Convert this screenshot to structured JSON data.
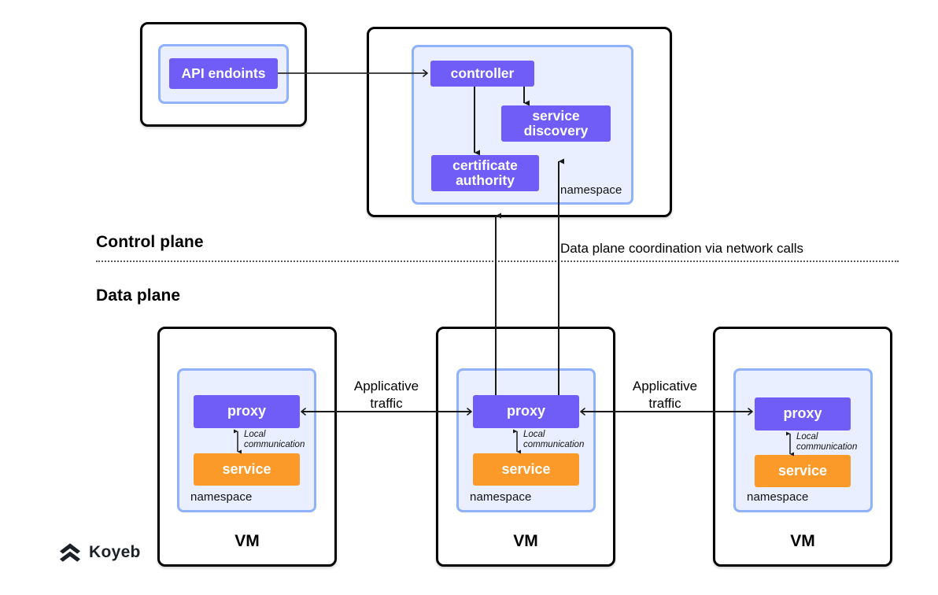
{
  "diagram": {
    "title_sections": {
      "control_plane": "Control plane",
      "data_plane": "Data plane"
    },
    "coordination_note": "Data plane coordination via network calls",
    "api_box": {
      "namespace_label": "",
      "component": "API endoints"
    },
    "control_plane_box": {
      "namespace_label": "namespace",
      "components": {
        "controller": "controller",
        "service_discovery": "service\ndiscovery",
        "certificate_authority": "certificate\nauthority"
      }
    },
    "vms": [
      {
        "vm_label": "VM",
        "namespace_label": "namespace",
        "proxy": "proxy",
        "service": "service",
        "local_comm": "Local\ncommunication"
      },
      {
        "vm_label": "VM",
        "namespace_label": "namespace",
        "proxy": "proxy",
        "service": "service",
        "local_comm": "Local\ncommunication"
      },
      {
        "vm_label": "VM",
        "namespace_label": "namespace",
        "proxy": "proxy",
        "service": "service",
        "local_comm": "Local\ncommunication"
      }
    ],
    "traffic_labels": [
      "Applicative\ntraffic",
      "Applicative\ntraffic"
    ],
    "brand": {
      "name": "Koyeb",
      "logo_icon": "koyeb-chevrons-icon"
    },
    "colors": {
      "purple": "#705cf6",
      "orange": "#fb9a28",
      "namespace_border": "#8fb2fb",
      "namespace_fill": "#e9effe",
      "outline": "#000000",
      "brand_dark": "#1c2128"
    }
  }
}
